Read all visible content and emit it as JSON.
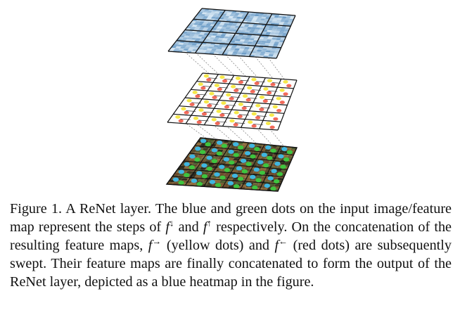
{
  "figure": {
    "layers": [
      {
        "name": "output-heatmap",
        "grid": 4
      },
      {
        "name": "intermediate-feature-map",
        "grid": 6
      },
      {
        "name": "input-image",
        "grid": 6
      }
    ],
    "colors": {
      "heatmap_dark": "#6e9ec8",
      "heatmap_light": "#d8e8f4",
      "yellow_dot": "#f5e84a",
      "red_dot": "#f26a5a",
      "blue_dot": "#3fb6e0",
      "green_dot": "#3ec43e",
      "grid_line": "#111111",
      "connector": "#888888"
    }
  },
  "caption": {
    "label": "Figure 1.",
    "text1": " A ReNet layer. The blue and green dots on the input image/feature map represent the steps of ",
    "f": "f",
    "sup_down": "↓",
    "text2": " and ",
    "sup_up": "↑",
    "text3": " respectively. On the concatenation of the resulting feature maps, ",
    "sup_right": "→",
    "text4": " (yellow dots) and ",
    "sup_left": "←",
    "text5": " (red dots) are subsequently swept. Their feature maps are finally concatenated to form the output of the ReNet layer, depicted as a blue heatmap in the figure."
  }
}
